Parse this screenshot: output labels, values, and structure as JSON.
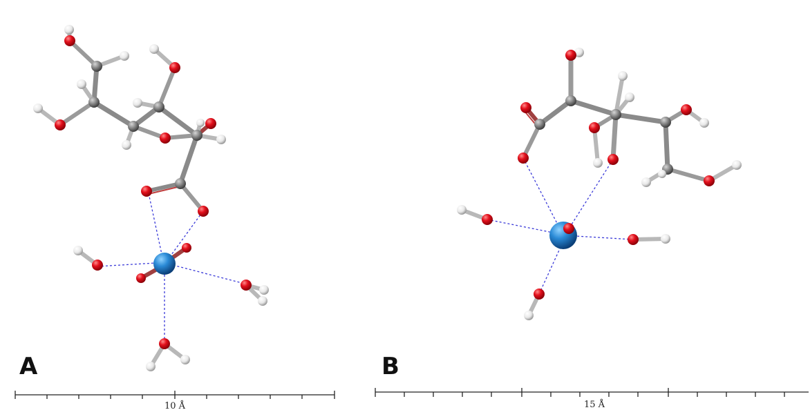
{
  "panels": [
    {
      "label": "A",
      "scale_label": "10 Å"
    },
    {
      "label": "B",
      "scale_label": "15 Å"
    }
  ],
  "colors": {
    "carbon": "#8a8a8a",
    "oxygen": "#e3101c",
    "hydrogen": "#eeeeee",
    "metal": "#2a8ad6",
    "coordination_line": "#3a3ad8"
  },
  "icons": [
    "ball-and-stick-molecule",
    "metal-ion-sphere",
    "scale-bar"
  ]
}
